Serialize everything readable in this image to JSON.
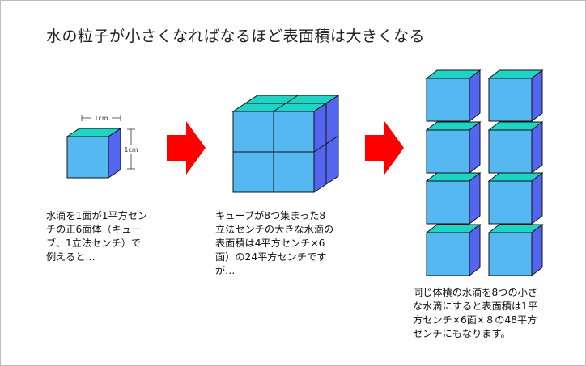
{
  "title": "水の粒子が小さくなればなるほど表面積は大きくなる",
  "colors": {
    "front": "#55b8f0",
    "top": "#1fd4c4",
    "side": "#5566ee",
    "arrow": "#ff0000"
  },
  "dimensions": {
    "width_label": "1cm",
    "height_label": "1cm"
  },
  "captions": {
    "single": [
      "水滴を1面が1平方セン",
      "チの正6面体（キュー",
      "ブ、1立法センチ）で",
      "例えると…"
    ],
    "big": [
      "キューブが8つ集まった8",
      "立法センチの大きな水滴の",
      "表面積は4平方センチ×6",
      "面）の24平方センチです",
      "が…"
    ],
    "small": [
      "同じ体積の水滴を8つの小さ",
      "な水滴にすると表面積は1平",
      "方センチ×6面×８の48平方",
      "センチにもなります。"
    ]
  }
}
